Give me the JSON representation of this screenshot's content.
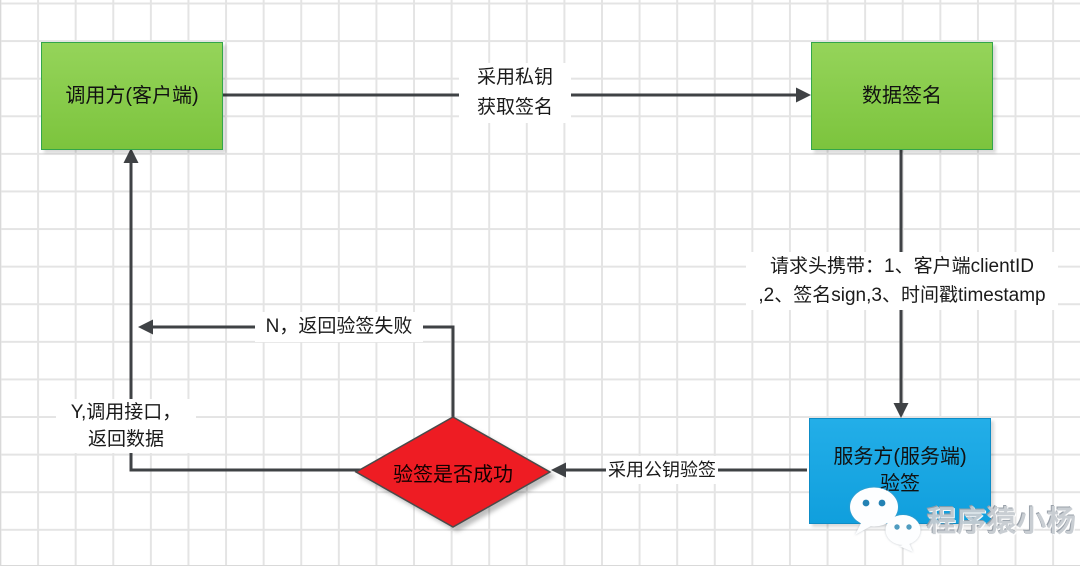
{
  "diagram": {
    "nodes": {
      "client": {
        "label": "调用方(客户端)",
        "shape": "rect",
        "fill": "#7cc43d"
      },
      "data_sign": {
        "label": "数据签名",
        "shape": "rect",
        "fill": "#7cc43d"
      },
      "server": {
        "label_line1": "服务方(服务端)",
        "label_line2": "验签",
        "shape": "rect",
        "fill": "#14a3e1"
      },
      "decision": {
        "label": "验签是否成功",
        "shape": "diamond",
        "fill": "#ee1c23"
      }
    },
    "edge_labels": {
      "private_key_line1": "采用私钥",
      "private_key_line2": "获取签名",
      "request_header_line1": "请求头携带：1、客户端clientID",
      "request_header_line2": ",2、签名sign,3、时间戳timestamp",
      "public_key": "采用公钥验签",
      "no_branch": "N，返回验签失败",
      "yes_branch_line1": "Y,调用接口，",
      "yes_branch_line2": "返回数据"
    }
  },
  "watermark": {
    "text": "程序猿小杨",
    "icon": "wechat-icon"
  },
  "colors": {
    "process_fill": "#7cc43d",
    "process_border": "#33a64a",
    "server_fill": "#14a3e1",
    "server_border": "#0d8cc6",
    "decision_fill": "#ee1c23",
    "decision_border": "#4a4a4a",
    "connector": "#3f4245",
    "grid_line": "#e4e4e4",
    "canvas_bg": "#ffffff"
  }
}
